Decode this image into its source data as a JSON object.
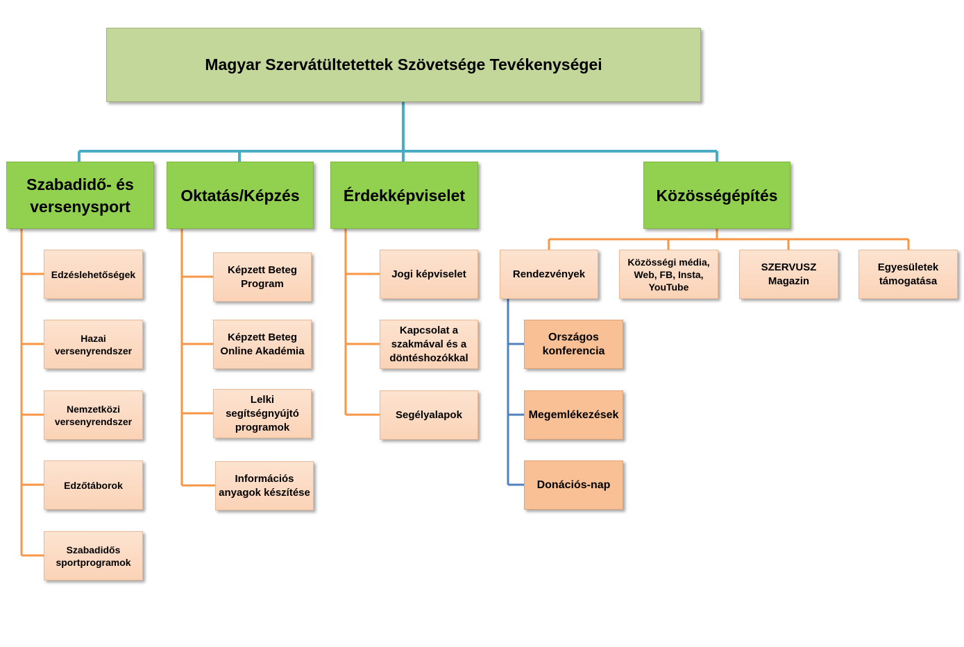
{
  "title": "Magyar Szervátültetettek Szövetsége Tevékenységei",
  "categories": [
    {
      "label": "Szabadidő- és versenysport",
      "items": [
        "Edzéslehetőségek",
        "Hazai versenyrendszer",
        "Nemzetközi versenyrendszer",
        "Edzőtáborok",
        "Szabadidős sportprogramok"
      ]
    },
    {
      "label": "Oktatás/Képzés",
      "items": [
        "Képzett Beteg Program",
        "Képzett Beteg Online Akadémia",
        "Lelki segítségnyújtó programok",
        "Információs anyagok készítése"
      ]
    },
    {
      "label": "Érdekképviselet",
      "items": [
        "Jogi képviselet",
        "Kapcsolat a szakmával és a döntéshozókkal",
        "Segélyalapok"
      ]
    },
    {
      "label": "Közösségépítés",
      "items": [
        "Rendezvények",
        "Közösségi média, Web, FB, Insta, YouTube",
        "SZERVUSZ Magazin",
        "Egyesületek támogatása"
      ],
      "rendezvenyek_items": [
        "Országos konferencia",
        "Megemlékezések",
        "Donációs-nap"
      ]
    }
  ],
  "colors": {
    "root": "#c4d79b",
    "category": "#92d050",
    "leaf": "#fbd3b7",
    "subleaf": "#f9bf95",
    "connector_main": "#4bacc6",
    "connector_orange": "#f79646",
    "connector_blue": "#4f81bd"
  }
}
